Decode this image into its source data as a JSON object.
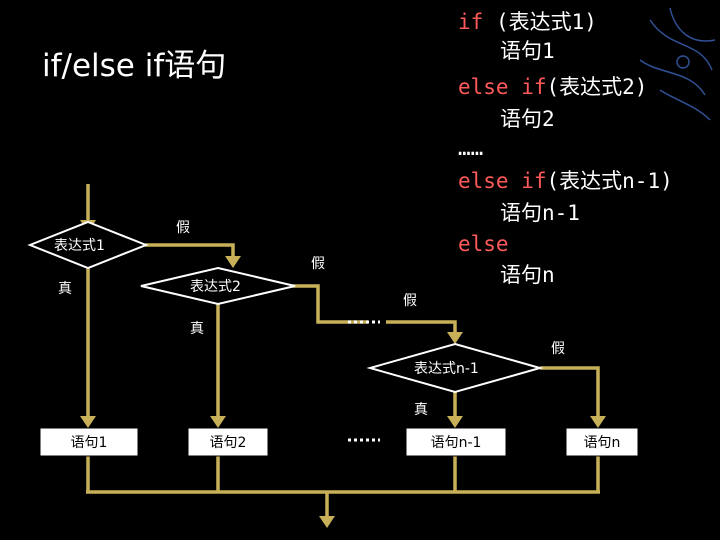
{
  "title": "if/else if语句",
  "code": {
    "l1_kw": "if",
    "l1_rest": " (表达式1)",
    "l2": "语句1",
    "l3_kw": "else if",
    "l3_rest": "(表达式2)",
    "l4": "语句2",
    "l5": "……",
    "l6_kw": "else if",
    "l6_rest": "(表达式n-1)",
    "l7": "语句n-1",
    "l8_kw": "else",
    "l9": "语句n"
  },
  "flowchart": {
    "cond1": "表达式1",
    "cond2": "表达式2",
    "condn1": "表达式n-1",
    "true_1": "真",
    "true_2": "真",
    "true_n1": "真",
    "false_1": "假",
    "false_2": "假",
    "false_n1": "假",
    "false_mid": "假",
    "stmt1": "语句1",
    "stmt2": "语句2",
    "stmtn1": "语句n-1",
    "stmtn": "语句n"
  },
  "colors": {
    "background": "#000000",
    "keyword": "#ff5a5a",
    "flow_line": "#c8b058",
    "text": "#ffffff"
  }
}
